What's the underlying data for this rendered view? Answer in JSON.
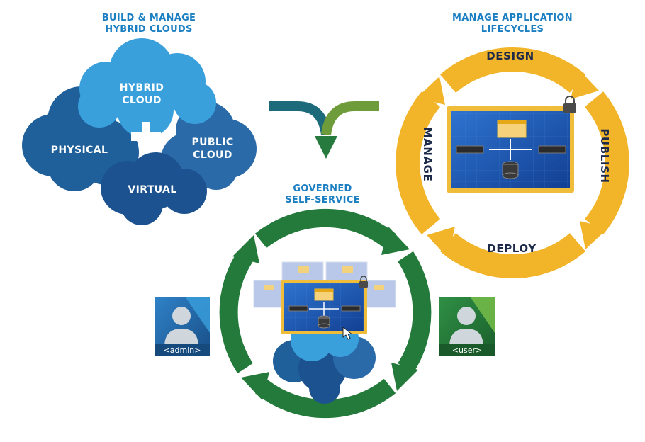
{
  "hybrid_section": {
    "title_line1": "BUILD & MANAGE",
    "title_line2": "HYBRID CLOUDS",
    "cloud_hybrid_line1": "HYBRID",
    "cloud_hybrid_line2": "CLOUD",
    "cloud_physical": "PHYSICAL",
    "cloud_public_line1": "PUBLIC",
    "cloud_public_line2": "CLOUD",
    "cloud_virtual": "VIRTUAL"
  },
  "lifecycle_section": {
    "title_line1": "MANAGE APPLICATION",
    "title_line2": "LIFECYCLES",
    "stages": [
      "DESIGN",
      "PUBLISH",
      "DEPLOY",
      "MANAGE"
    ]
  },
  "selfservice_section": {
    "title_line1": "GOVERNED",
    "title_line2": "SELF-SERVICE"
  },
  "avatars": {
    "admin_label": "<admin>",
    "user_label": "<user>"
  },
  "colors": {
    "blue_dark": "#1f5f9a",
    "blue_light": "#3aa0dc",
    "blue_mid": "#2a78b8",
    "yellow": "#f2b52a",
    "green": "#237a3b",
    "title_blue": "#1b7fc2",
    "screen_blue": "#1b57b8"
  },
  "icons": [
    "plus-icon",
    "merge-arrow-icon",
    "lock-icon",
    "database-icon",
    "server-icon",
    "cursor-icon",
    "person-icon"
  ]
}
